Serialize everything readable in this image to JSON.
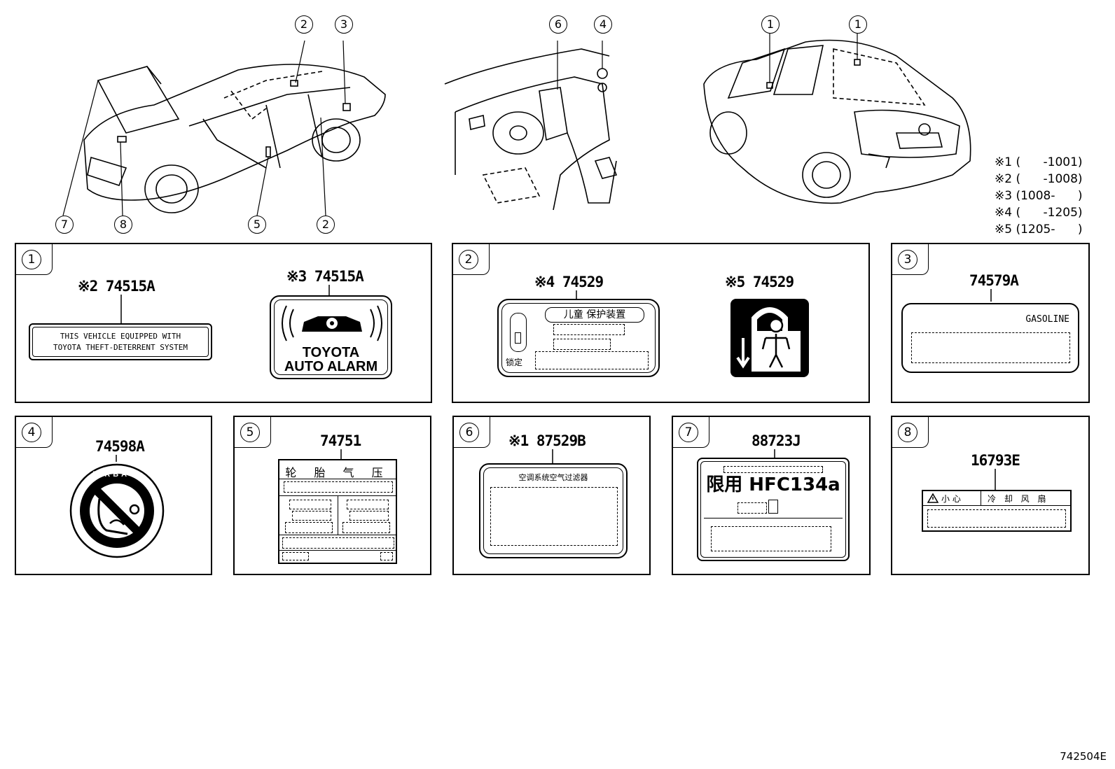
{
  "callouts": {
    "c1a": "2",
    "c1b": "3",
    "c1c": "7",
    "c1d": "8",
    "c1e": "5",
    "c1f": "2",
    "c2a": "6",
    "c2b": "4",
    "c3a": "1",
    "c3b": "1"
  },
  "notes": [
    "※1 (      -1001)",
    "※2 (      -1008)",
    "※3 (1008-      )",
    "※4 (      -1205)",
    "※5 (1205-      )"
  ],
  "panels": {
    "p1": {
      "num": "1",
      "partA": "※2 74515A",
      "labelA_line1": "THIS  VEHICLE  EQUIPPED  WITH",
      "labelA_line2": "TOYOTA  THEFT-DETERRENT  SYSTEM",
      "partB": "※3 74515A",
      "labelB_line1": "TOYOTA",
      "labelB_line2": "AUTO ALARM"
    },
    "p2": {
      "num": "2",
      "partA": "※4 74529",
      "labelA_title": "儿童 保护装置",
      "labelA_lock": "锁定",
      "partB": "※5 74529"
    },
    "p3": {
      "num": "3",
      "part": "74579A",
      "label": "GASOLINE"
    },
    "p4": {
      "num": "4",
      "part": "74598A",
      "label": "AIRBAG"
    },
    "p5": {
      "num": "5",
      "part": "74751",
      "label": "轮 胎 气 压"
    },
    "p6": {
      "num": "6",
      "part": "※1 87529B",
      "label": "空调系统空气过滤器"
    },
    "p7": {
      "num": "7",
      "part": "88723J",
      "label": "限用 HFC134a"
    },
    "p8": {
      "num": "8",
      "part": "16793E",
      "labelA": "小 心",
      "labelB": "冷 却 风 扇"
    }
  },
  "figure_id": "742504E",
  "icons": [
    "car-exterior-front-icon",
    "car-interior-icon",
    "car-exterior-rear-icon",
    "alarm-car-icon",
    "child-lock-icon",
    "airbag-seat-icon",
    "warning-triangle-icon"
  ]
}
